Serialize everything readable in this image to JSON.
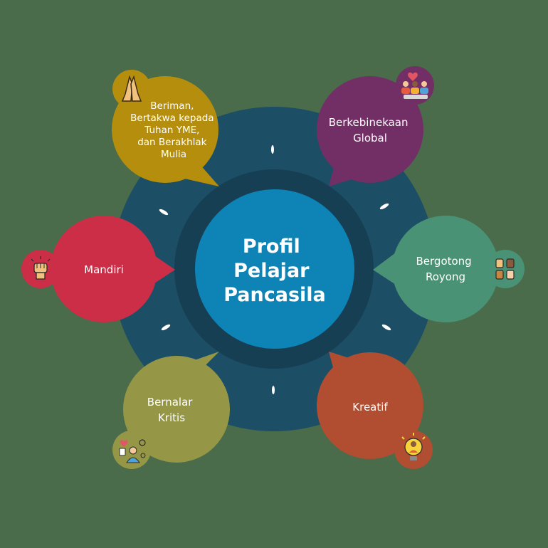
{
  "background_color": "#4a6c4a",
  "center": {
    "title_lines": [
      "Profil",
      "Pelajar",
      "Pancasila"
    ],
    "color": "#0e83b5",
    "ring_color": "#1c4e66",
    "inner_ring_color": "#173f53"
  },
  "nodes": [
    {
      "id": "beriman",
      "lines": [
        "Beriman,",
        "Bertakwa kepada",
        "Tuhan YME,",
        "dan Berakhlak",
        "Mulia"
      ],
      "color": "#b48e0c",
      "icon": "praying-hands-icon"
    },
    {
      "id": "berkebinekaan",
      "lines": [
        "Berkebinekaan",
        "Global"
      ],
      "color": "#722f66",
      "icon": "diverse-people-icon"
    },
    {
      "id": "bergotong",
      "lines": [
        "Bergotong",
        "Royong"
      ],
      "color": "#4a9275",
      "icon": "joined-hands-icon"
    },
    {
      "id": "kreatif",
      "lines": [
        "Kreatif"
      ],
      "color": "#b14d30",
      "icon": "lightbulb-person-icon"
    },
    {
      "id": "bernalar",
      "lines": [
        "Bernalar",
        "Kritis"
      ],
      "color": "#959746",
      "icon": "thinking-person-icon"
    },
    {
      "id": "mandiri",
      "lines": [
        "Mandiri"
      ],
      "color": "#cb2e46",
      "icon": "raised-fist-icon"
    }
  ]
}
